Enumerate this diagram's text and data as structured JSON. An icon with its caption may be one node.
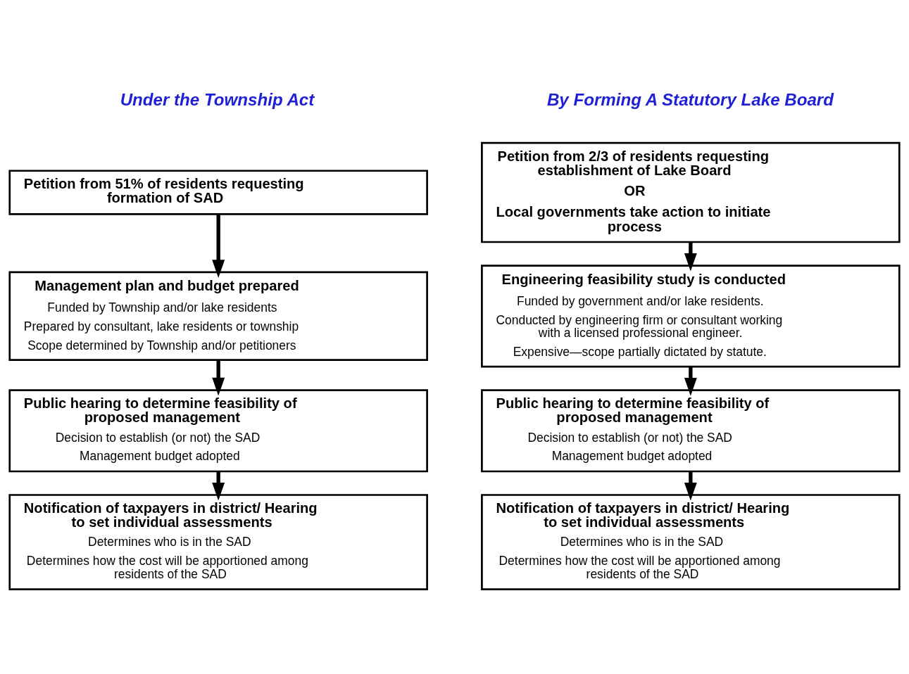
{
  "diagram": {
    "nodes": [
      {
        "text": [
          "Petition from 51% of residents requesting formation of SAD"
        ]
      },
      {
        "text": [
          "Management plan and budget prepared",
          "Funded by Township and/or lake residents",
          "Prepared by consultant, lake residents or township",
          "Scope determined by Township and/or petitioners"
        ]
      },
      {
        "text": [
          "Public hearing to determine feasibility of proposed management",
          "Decision to establish (or not) the SAD",
          "Management budget adopted"
        ]
      },
      {
        "text": [
          "Notification of taxpayers in district/ Hearing to set individual assessments",
          "Determines who is in the SAD",
          "Determines how the cost will be apportioned among residents of the SAD"
        ]
      },
      {
        "text": [
          "Petition from 2/3 of residents requesting establishment of Lake Board",
          "OR",
          "Local governments take action to initiate process"
        ]
      },
      {
        "text": [
          "Engineering feasibility study is conducted",
          "Funded by government and/or lake residents.",
          "Conducted by engineering firm or consultant working with a licensed professional engineer.",
          "Expensive—scope partially dictated by statute."
        ]
      },
      {
        "text": [
          "Public hearing to determine feasibility of proposed management",
          "Decision to establish (or not) the SAD",
          "Management budget adopted"
        ]
      },
      {
        "text": [
          "Notification of taxpayers in district/ Hearing to set individual assessments",
          "Determines who is in the SAD",
          "Determines how the cost will be apportioned among residents of the SAD"
        ]
      }
    ],
    "edges": [
      {
        "from": 0,
        "to": 1,
        "arrow": "to"
      },
      {
        "from": 1,
        "to": 2,
        "arrow": "to"
      },
      {
        "from": 2,
        "to": 3,
        "arrow": "to"
      },
      {
        "from": 4,
        "to": 5,
        "arrow": "to"
      },
      {
        "from": 5,
        "to": 6,
        "arrow": "to"
      },
      {
        "from": 6,
        "to": 7,
        "arrow": "to"
      }
    ],
    "labels": [
      "Under the Township Act",
      "By Forming A Statutory Lake Board"
    ]
  }
}
